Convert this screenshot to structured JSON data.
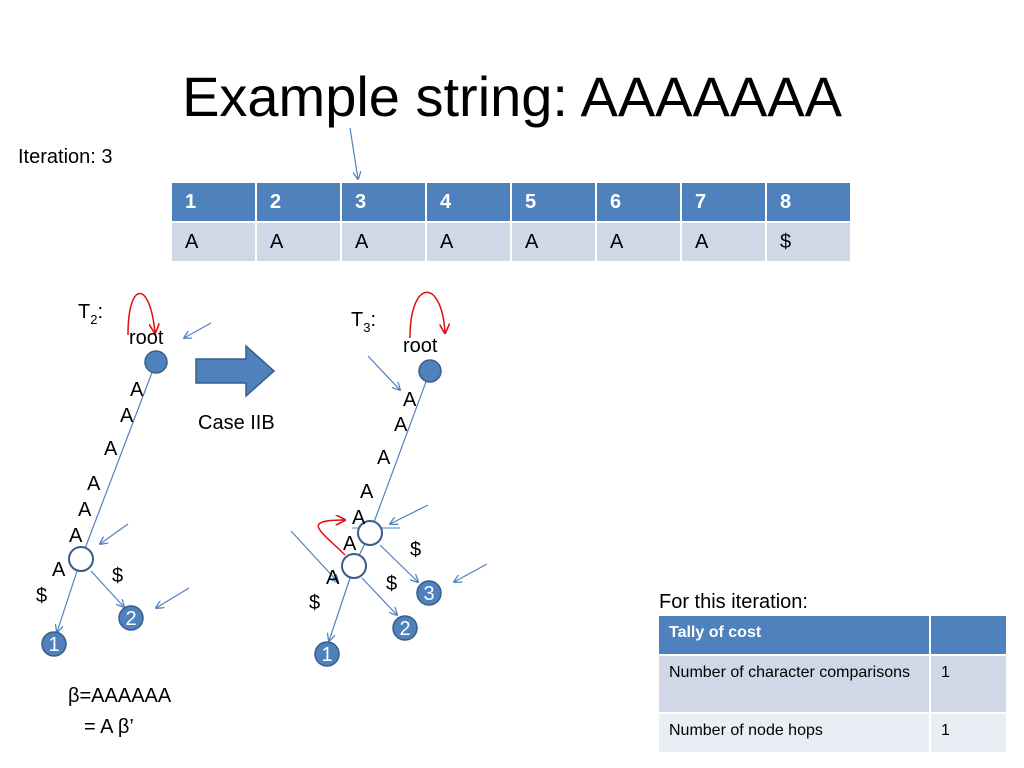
{
  "title": "Example string: AAAAAAA",
  "iteration_label": "Iteration: 3",
  "string_table": {
    "headers": [
      "1",
      "2",
      "3",
      "4",
      "5",
      "6",
      "7",
      "8"
    ],
    "values": [
      "A",
      "A",
      "A",
      "A",
      "A",
      "A",
      "A",
      "$"
    ]
  },
  "t2": {
    "label_main": "T",
    "label_sub": "2",
    "label_colon": ":",
    "root_label": "root",
    "edge_letters": [
      "A",
      "A",
      "A",
      "A",
      "A",
      "A",
      "A",
      "$",
      "$"
    ],
    "leaf_labels": [
      "1",
      "2"
    ],
    "beta_line1": "β=AAAAAA",
    "beta_line2": "= A β’"
  },
  "case_label": "Case IIB",
  "t3": {
    "label_main": "T",
    "label_sub": "3",
    "label_colon": ":",
    "root_label": "root",
    "edge_letters": [
      "A",
      "A",
      "A",
      "A",
      "A",
      "A",
      "A",
      "$",
      "$",
      "$"
    ],
    "leaf_labels": [
      "1",
      "2",
      "3"
    ]
  },
  "cost": {
    "caption": "For this iteration:",
    "header": "Tally of cost",
    "rows": [
      {
        "label": "Number of character comparisons",
        "value": "1"
      },
      {
        "label": "Number of node hops",
        "value": "1"
      }
    ]
  },
  "colors": {
    "accent": "#4f81bd",
    "row_dark": "#d0d8e8",
    "row_light": "#e9edf4",
    "red_arrow": "#e01010"
  }
}
